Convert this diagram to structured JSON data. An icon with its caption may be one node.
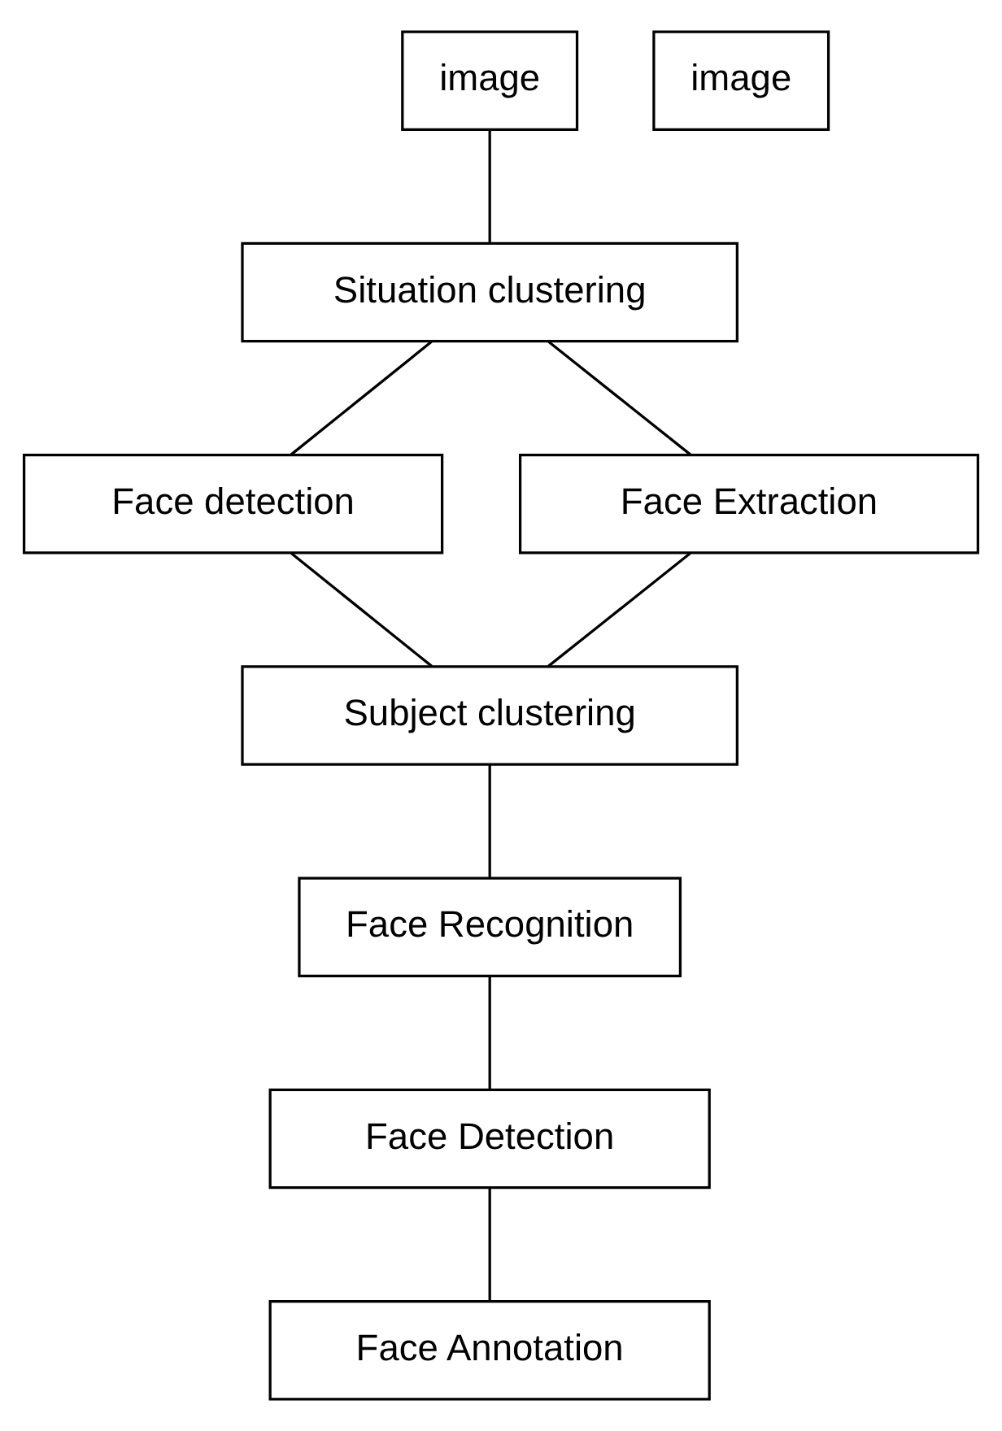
{
  "diagram": {
    "nodes": [
      {
        "text": [
          "image"
        ]
      },
      {
        "text": [
          "image"
        ]
      },
      {
        "text": [
          "Situation clustering"
        ]
      },
      {
        "text": [
          "Face detection"
        ]
      },
      {
        "text": [
          "Face Extraction"
        ]
      },
      {
        "text": [
          "Subject clustering"
        ]
      },
      {
        "text": [
          "Face Recognition"
        ]
      },
      {
        "text": [
          "Face Detection"
        ]
      },
      {
        "text": [
          "Face Annotation"
        ]
      }
    ],
    "edges": [
      {
        "from": 0,
        "to": 2,
        "arrow": "none"
      },
      {
        "from": 2,
        "to": 3,
        "arrow": "none"
      },
      {
        "from": 2,
        "to": 4,
        "arrow": "none"
      },
      {
        "from": 3,
        "to": 5,
        "arrow": "none"
      },
      {
        "from": 4,
        "to": 5,
        "arrow": "none"
      },
      {
        "from": 5,
        "to": 6,
        "arrow": "none"
      },
      {
        "from": 6,
        "to": 7,
        "arrow": "none"
      },
      {
        "from": 7,
        "to": 8,
        "arrow": "none"
      }
    ]
  }
}
